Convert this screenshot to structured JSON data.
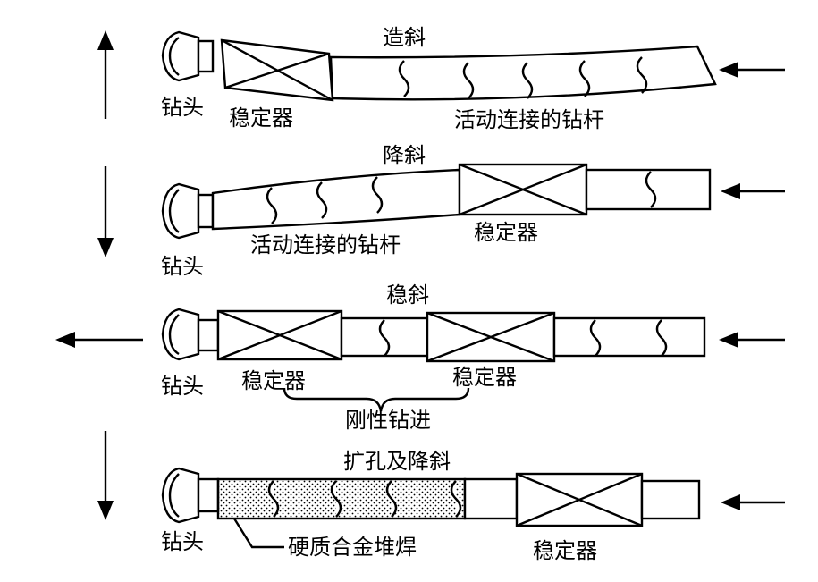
{
  "panels": [
    {
      "title": "造斜",
      "labels": [
        "钻头",
        "稳定器",
        "活动连接的钻杆"
      ]
    },
    {
      "title": "降斜",
      "labels": [
        "钻头",
        "活动连接的钻杆",
        "稳定器"
      ]
    },
    {
      "title": "稳斜",
      "labels": [
        "钻头",
        "稳定器",
        "稳定器",
        "刚性钻进"
      ]
    },
    {
      "title": "扩孔及降斜",
      "labels": [
        "钻头",
        "硬质合金堆焊",
        "稳定器"
      ]
    }
  ]
}
